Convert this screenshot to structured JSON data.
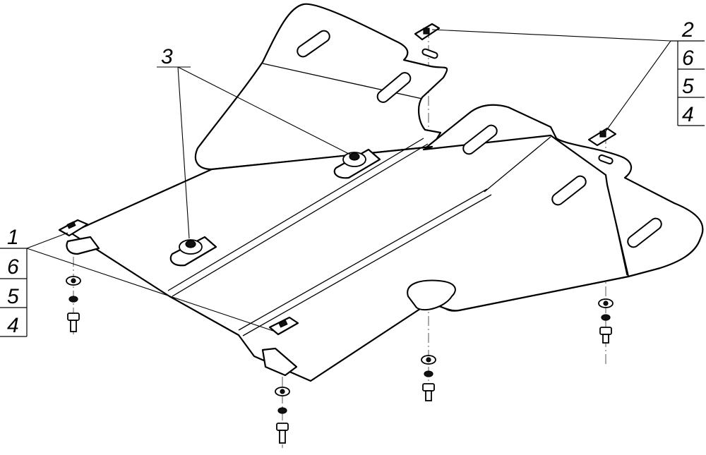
{
  "callouts": {
    "left": {
      "title": "1",
      "rows": [
        "6",
        "5",
        "4"
      ]
    },
    "right": {
      "title": "2",
      "rows": [
        "6",
        "5",
        "4"
      ]
    },
    "clip": {
      "title": "3"
    }
  }
}
